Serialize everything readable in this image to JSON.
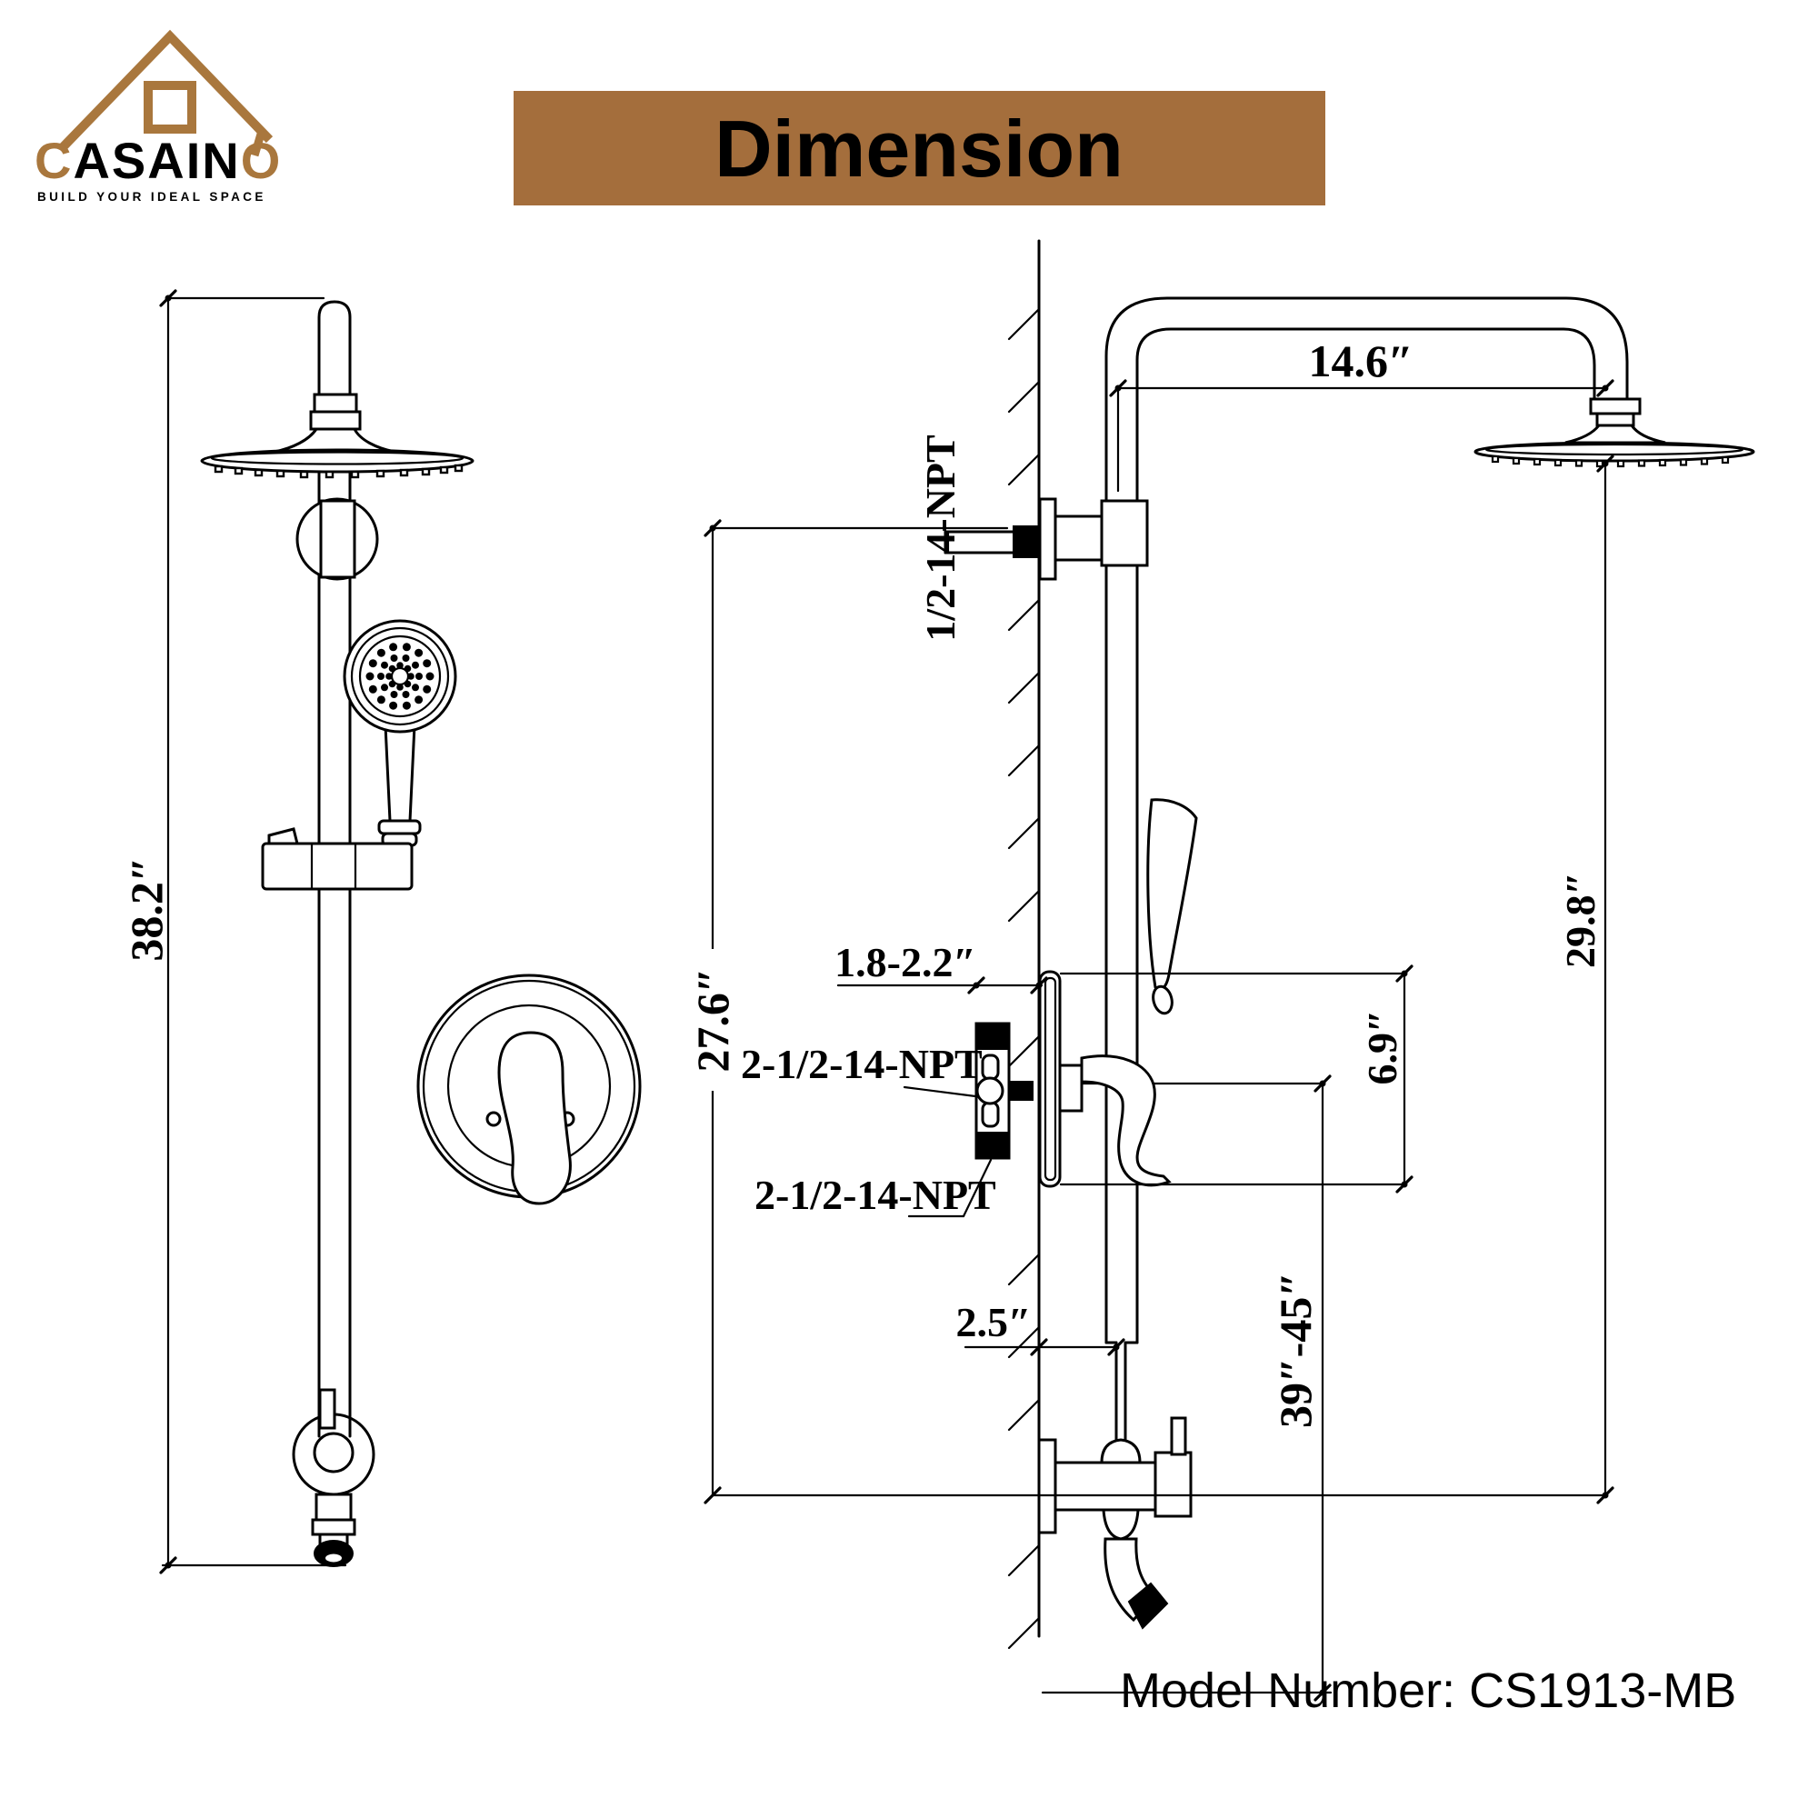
{
  "brand": {
    "word_c": "C",
    "word_mid": "ASAIN",
    "word_o": "O",
    "tagline": "BUILD YOUR IDEAL SPACE"
  },
  "header": {
    "title": "Dimension"
  },
  "footer": {
    "model": "Model Number: CS1913-MB"
  },
  "dims": {
    "front_height": "38.2″",
    "arm_reach": "14.6″",
    "supply_npt": "1/2-14-NPT",
    "wall_drop": "27.6″",
    "valve_depth": "1.8-2.2″",
    "npt_upper": "2-1/2-14-NPT",
    "npt_lower": "2-1/2-14-NPT",
    "trim_height": "6.9″",
    "head_drop": "29.8″",
    "outlet_offset": "2.5″",
    "install_height": "39″-45″"
  },
  "colors": {
    "banner": "#A46E3C",
    "logo": "#A9773D",
    "banner_text": "#FFFFFF",
    "ink": "#000000"
  }
}
